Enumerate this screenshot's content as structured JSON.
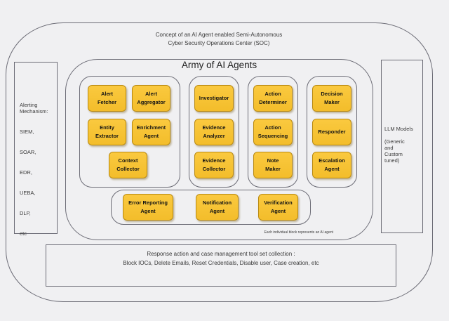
{
  "colors": {
    "background": "#f0f0f2",
    "line": "#6c6c76",
    "agent_fill": "#f7c434",
    "agent_border": "#b98a12",
    "text": "#3a3a3a"
  },
  "header": {
    "title_line1": "Concept of an AI Agent enabled Semi-Autonomous",
    "title_line2": "Cyber Security Operations Center (SOC)"
  },
  "left_panel": {
    "heading": "Alerting\nMechanism:",
    "items": [
      "SIEM,",
      "SOAR,",
      "EDR,",
      "UEBA,",
      "DLP,",
      "etc"
    ]
  },
  "right_panel": {
    "text": "LLM Models\n\n(Generic\n and\n Custom\ntuned)"
  },
  "army": {
    "title": "Army of AI Agents",
    "note": "Each individual block represents an AI agent",
    "groups": [
      {
        "id": "alert-processing",
        "agents": [
          "Alert\nFetcher",
          "Alert\nAggregator",
          "Entity\nExtractor",
          "Enrichment\nAgent",
          "Context\nCollector"
        ]
      },
      {
        "id": "investigation",
        "agents": [
          "Investigator",
          "Evidence\nAnalyzer",
          "Evidence\nCollector"
        ]
      },
      {
        "id": "action",
        "agents": [
          "Action\nDeterminer",
          "Action\nSequencing",
          "Note\nMaker"
        ]
      },
      {
        "id": "decision",
        "agents": [
          "Decision\nMaker",
          "Responder",
          "Escalation\nAgent"
        ]
      },
      {
        "id": "support",
        "agents": [
          "Error Reporting\nAgent",
          "Notification\nAgent",
          "Verification\nAgent"
        ]
      }
    ]
  },
  "bottom_panel": {
    "line1": "Response action and case management tool set collection :",
    "line2": "Block IOCs, Delete Emails, Reset Credentials, Disable user, Case creation, etc"
  }
}
